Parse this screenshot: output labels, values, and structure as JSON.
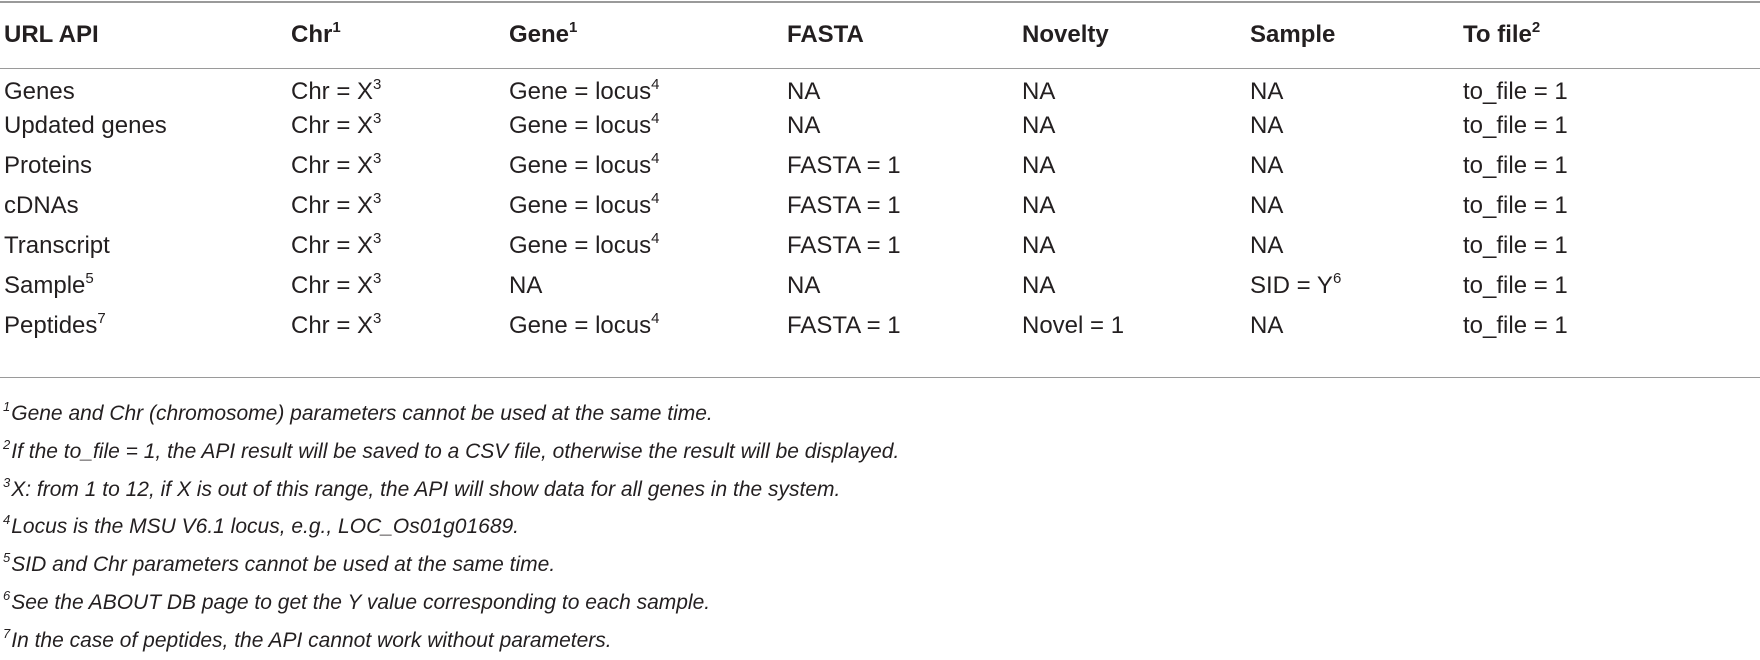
{
  "table": {
    "headers": [
      {
        "text": "URL API",
        "sup": ""
      },
      {
        "text": "Chr",
        "sup": "1"
      },
      {
        "text": "Gene",
        "sup": "1"
      },
      {
        "text": "FASTA",
        "sup": ""
      },
      {
        "text": "Novelty",
        "sup": ""
      },
      {
        "text": "Sample",
        "sup": ""
      },
      {
        "text": "To file",
        "sup": "2"
      }
    ],
    "rows": [
      [
        {
          "t": "Genes",
          "s": ""
        },
        {
          "t": "Chr = X",
          "s": "3"
        },
        {
          "t": "Gene = locus",
          "s": "4"
        },
        {
          "t": "NA",
          "s": ""
        },
        {
          "t": "NA",
          "s": ""
        },
        {
          "t": "NA",
          "s": ""
        },
        {
          "t": "to_file = 1",
          "s": ""
        }
      ],
      [
        {
          "t": "Updated genes",
          "s": ""
        },
        {
          "t": "Chr = X",
          "s": "3"
        },
        {
          "t": "Gene = locus",
          "s": "4"
        },
        {
          "t": "NA",
          "s": ""
        },
        {
          "t": "NA",
          "s": ""
        },
        {
          "t": "NA",
          "s": ""
        },
        {
          "t": "to_file = 1",
          "s": ""
        }
      ],
      [
        {
          "t": "Proteins",
          "s": ""
        },
        {
          "t": "Chr = X",
          "s": "3"
        },
        {
          "t": "Gene = locus",
          "s": "4"
        },
        {
          "t": "FASTA = 1",
          "s": ""
        },
        {
          "t": "NA",
          "s": ""
        },
        {
          "t": "NA",
          "s": ""
        },
        {
          "t": "to_file = 1",
          "s": ""
        }
      ],
      [
        {
          "t": "cDNAs",
          "s": ""
        },
        {
          "t": "Chr = X",
          "s": "3"
        },
        {
          "t": "Gene = locus",
          "s": "4"
        },
        {
          "t": "FASTA = 1",
          "s": ""
        },
        {
          "t": "NA",
          "s": ""
        },
        {
          "t": "NA",
          "s": ""
        },
        {
          "t": "to_file = 1",
          "s": ""
        }
      ],
      [
        {
          "t": "Transcript",
          "s": ""
        },
        {
          "t": "Chr = X",
          "s": "3"
        },
        {
          "t": "Gene = locus",
          "s": "4"
        },
        {
          "t": "FASTA = 1",
          "s": ""
        },
        {
          "t": "NA",
          "s": ""
        },
        {
          "t": "NA",
          "s": ""
        },
        {
          "t": "to_file = 1",
          "s": ""
        }
      ],
      [
        {
          "t": "Sample",
          "s": "5"
        },
        {
          "t": "Chr = X",
          "s": "3"
        },
        {
          "t": "NA",
          "s": ""
        },
        {
          "t": "NA",
          "s": ""
        },
        {
          "t": "NA",
          "s": ""
        },
        {
          "t": "SID = Y",
          "s": "6"
        },
        {
          "t": "to_file = 1",
          "s": ""
        }
      ],
      [
        {
          "t": "Peptides",
          "s": "7"
        },
        {
          "t": "Chr = X",
          "s": "3"
        },
        {
          "t": "Gene = locus",
          "s": "4"
        },
        {
          "t": "FASTA = 1",
          "s": ""
        },
        {
          "t": "Novel = 1",
          "s": ""
        },
        {
          "t": "NA",
          "s": ""
        },
        {
          "t": "to_file = 1",
          "s": ""
        }
      ]
    ]
  },
  "footnotes": [
    {
      "mark": "1",
      "text": "Gene and Chr (chromosome) parameters cannot be used at the same time."
    },
    {
      "mark": "2",
      "text": "If the to_file = 1, the API result will be saved to a CSV file, otherwise the result will be displayed."
    },
    {
      "mark": "3",
      "text": "X: from 1 to 12, if X is out of this range, the API will show data for all genes in the system."
    },
    {
      "mark": "4",
      "text": "Locus is the MSU V6.1 locus, e.g., LOC_Os01g01689."
    },
    {
      "mark": "5",
      "text": "SID and Chr parameters cannot be used at the same time."
    },
    {
      "mark": "6",
      "text": "See the ABOUT DB page to get the Y value corresponding to each sample."
    },
    {
      "mark": "7",
      "text": "In the case of peptides, the API cannot work without parameters."
    }
  ]
}
